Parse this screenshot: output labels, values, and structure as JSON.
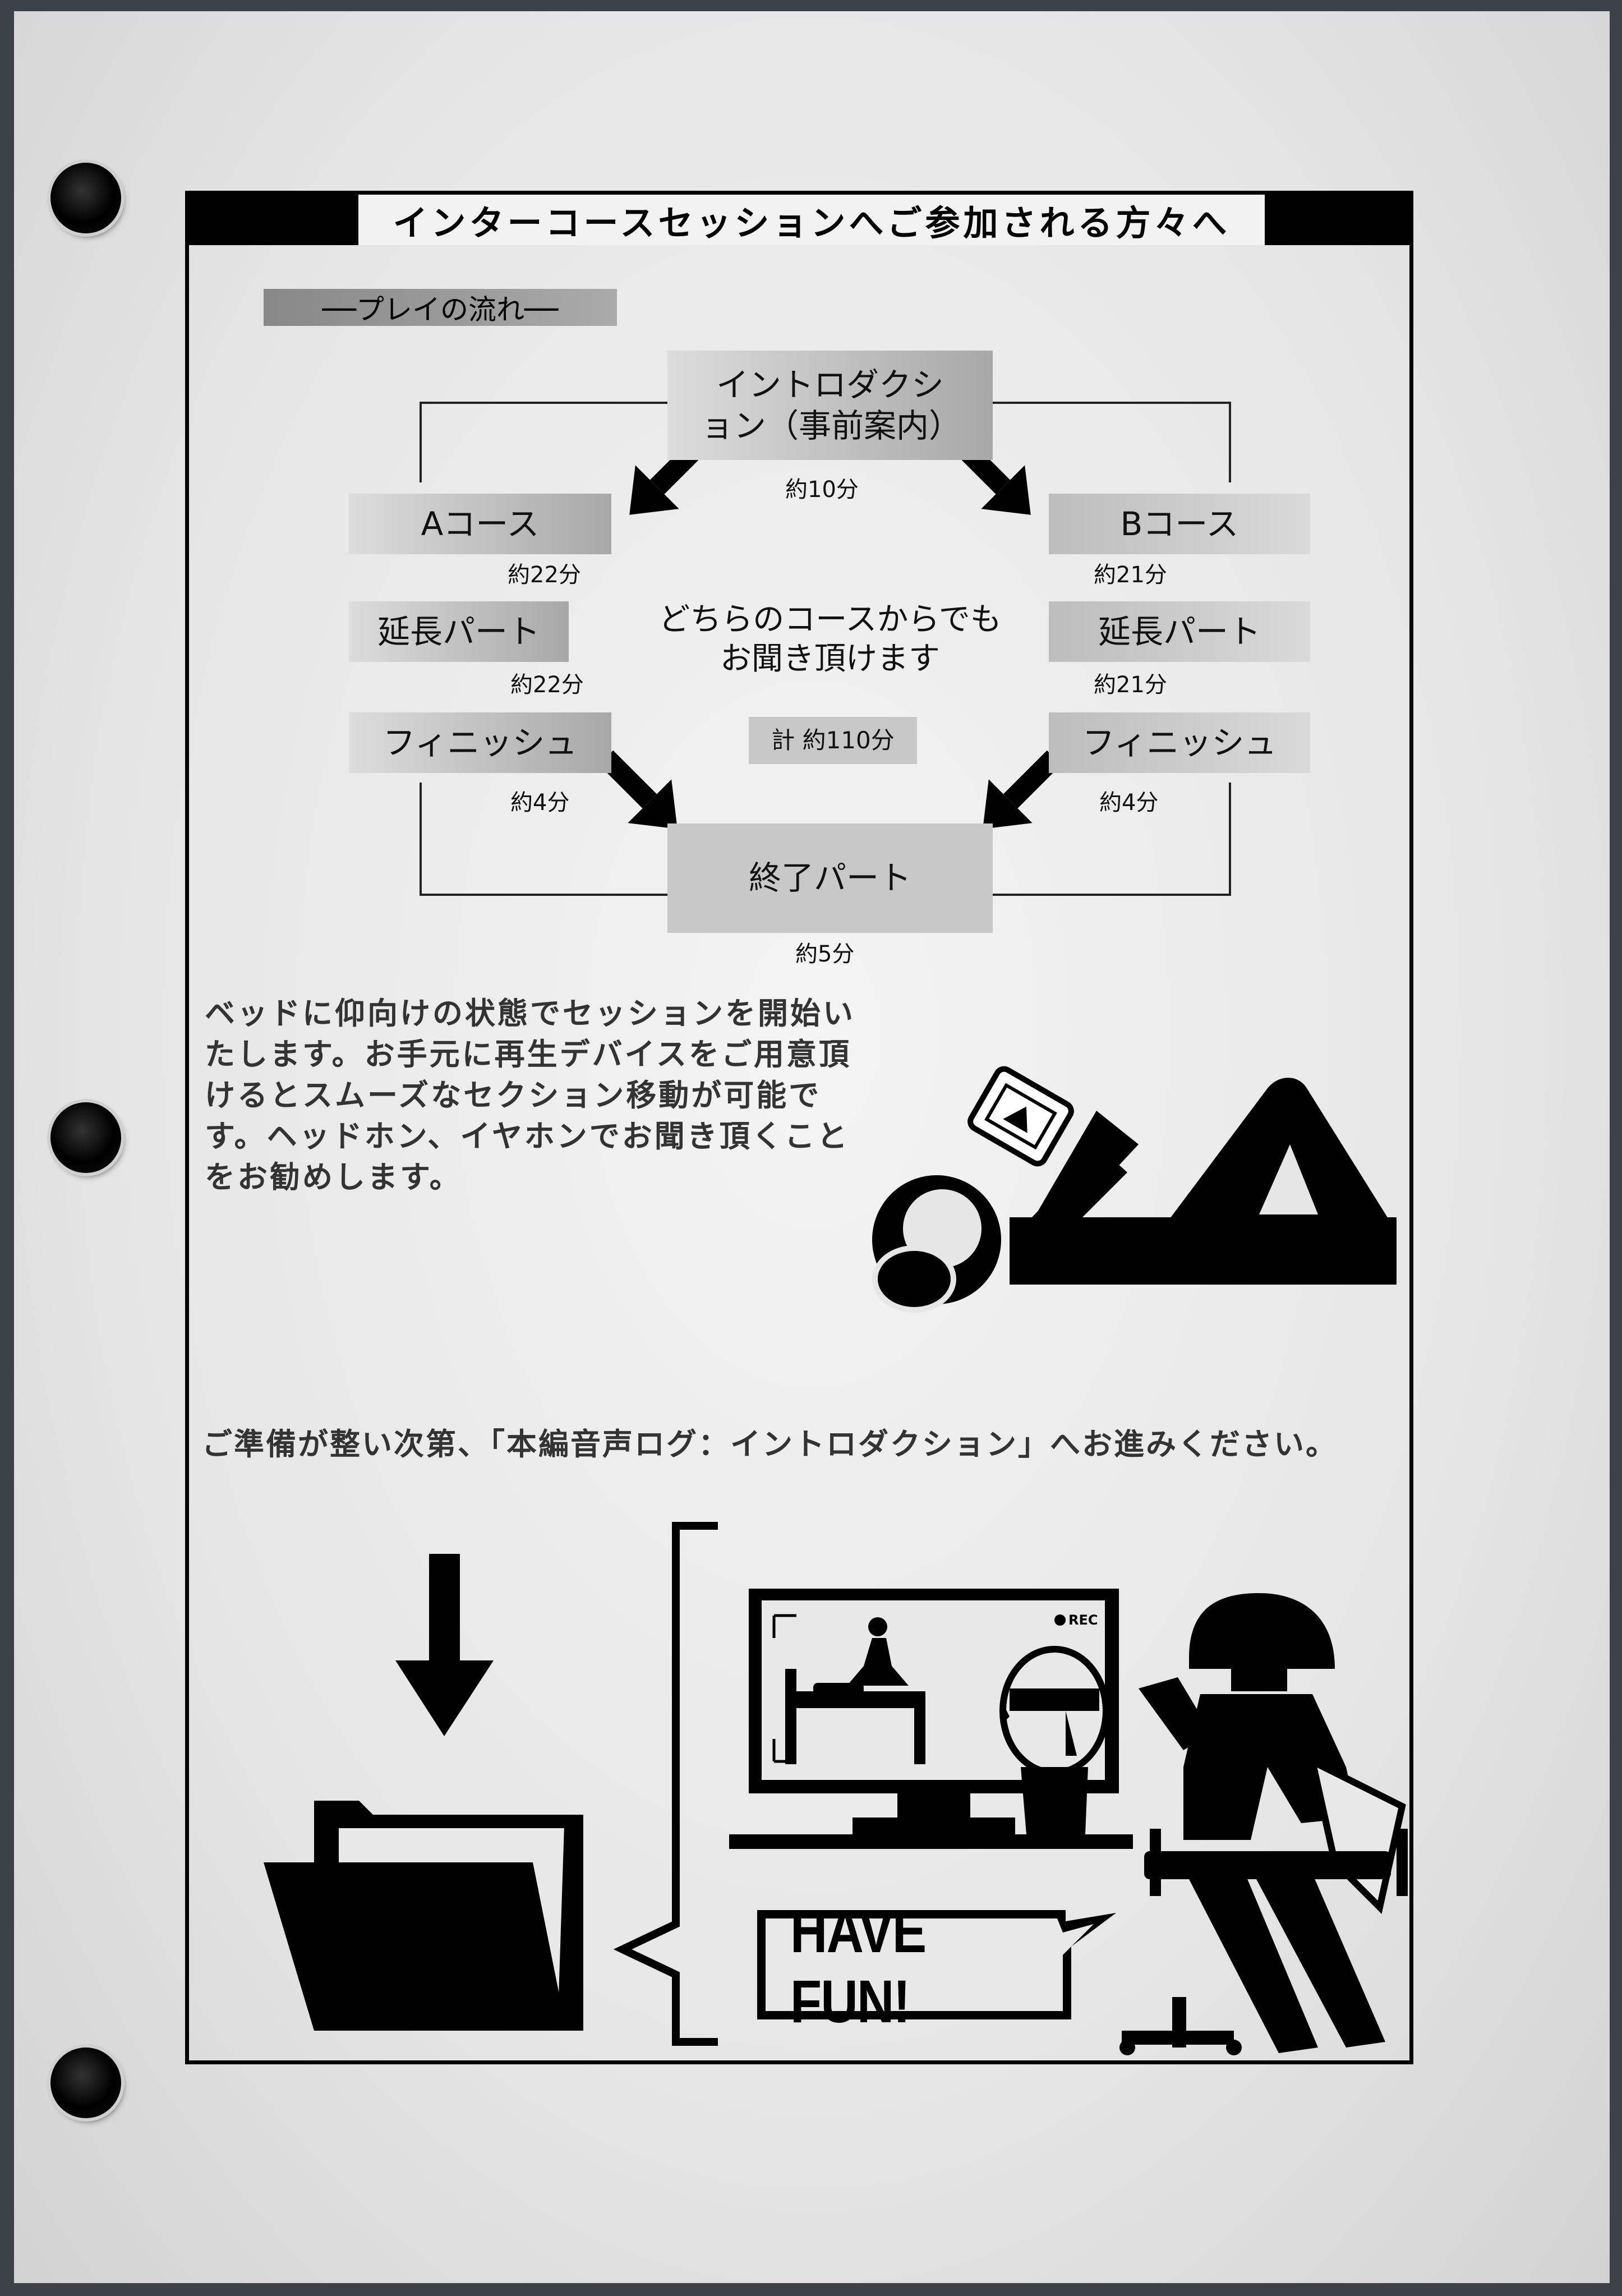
{
  "title": "インターコースセッションへご参加される方々へ",
  "flow_label": "──プレイの流れ──",
  "flow": {
    "intro": "イントロダクション（事前案内）",
    "intro_time": "約10分",
    "a_course": "Aコース",
    "a_time": "約22分",
    "b_course": "Bコース",
    "b_time": "約21分",
    "a_ext": "延長パート",
    "a_ext_time": "約22分",
    "b_ext": "延長パート",
    "b_ext_time": "約21分",
    "a_finish": "フィニッシュ",
    "a_finish_time": "約4分",
    "b_finish": "フィニッシュ",
    "b_finish_time": "約4分",
    "center_text": "どちらのコースからでもお聞き頂けます",
    "total": "計 約110分",
    "end": "終了パート",
    "end_time": "約5分"
  },
  "instructions": "ベッドに仰向けの状態でセッションを開始いたします。お手元に再生デバイスをご用意頂けるとスムーズなセクション移動が可能です。ヘッドホン、イヤホンでお聞き頂くことをお勧めします。",
  "ready_text": "ご準備が整い次第、「本編音声ログ：イントロダクション」へお進みください。",
  "rec_label": "REC",
  "have_fun": "HAVE FUN!",
  "icons": [
    "play-icon",
    "headphones-icon",
    "arrow-down-icon",
    "folder-icon",
    "monitor-icon",
    "person-icon"
  ]
}
